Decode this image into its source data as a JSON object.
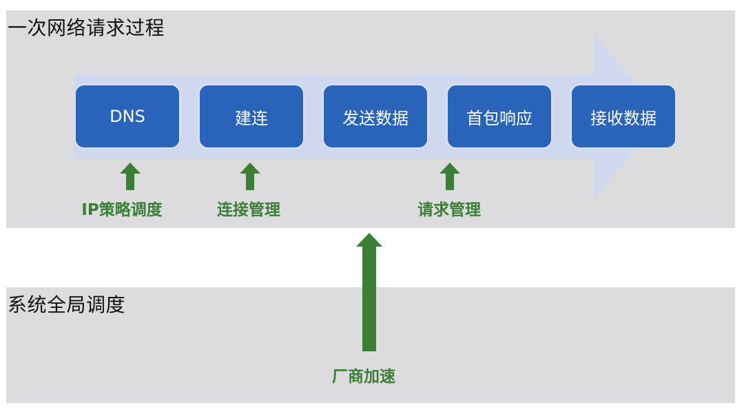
{
  "colors": {
    "panel_bg": "#dcdcde",
    "flow_arrow": "#cfd8ec",
    "step_box": "#2a64ba",
    "step_text": "#ffffff",
    "optimization": "#3a7f35",
    "title_text": "#111111"
  },
  "top_panel": {
    "title": "一次网络请求过程"
  },
  "bottom_panel": {
    "title": "系统全局调度"
  },
  "steps": [
    {
      "label": "DNS"
    },
    {
      "label": "建连"
    },
    {
      "label": "发送数据"
    },
    {
      "label": "首包响应"
    },
    {
      "label": "接收数据"
    }
  ],
  "optimizations": [
    {
      "label": "IP策略调度",
      "target_step": "DNS"
    },
    {
      "label": "连接管理",
      "target_step": "建连"
    },
    {
      "label": "请求管理",
      "target_step": "首包响应"
    }
  ],
  "global_optimization": {
    "label": "厂商加速"
  }
}
